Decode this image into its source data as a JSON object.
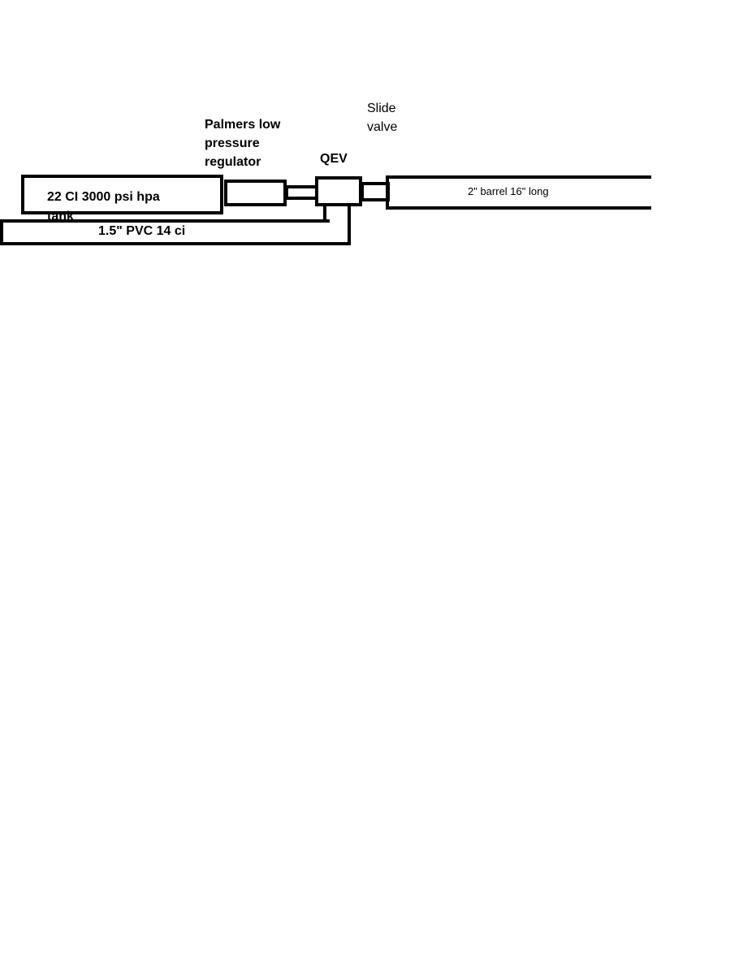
{
  "labels": {
    "slide_valve_line1": "Slide",
    "slide_valve_line2": "valve",
    "regulator_line1": "Palmers low",
    "regulator_line2": "pressure",
    "regulator_line3": "regulator",
    "qev": "QEV",
    "tank_line1": "22 CI 3000 psi hpa",
    "tank_line2": "tank",
    "barrel": "2\" barrel   16\" long",
    "pvc": "1.5\" PVC   14 ci"
  },
  "colors": {
    "ink": "#000000",
    "background": "#ffffff"
  }
}
